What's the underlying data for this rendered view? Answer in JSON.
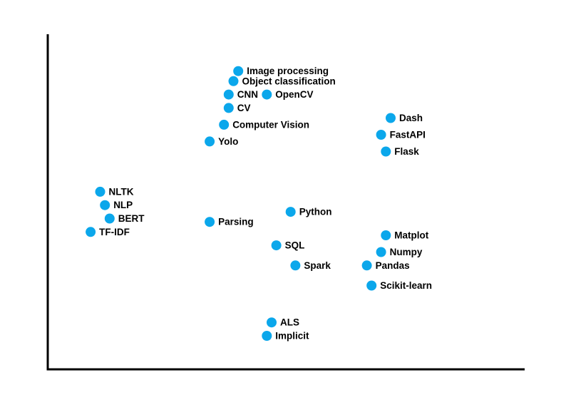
{
  "chart_data": {
    "type": "scatter",
    "title": "",
    "xlabel": "",
    "ylabel": "",
    "grid": false,
    "legend": "none",
    "point_color": "#0BA7EB",
    "axis_color": "#000000",
    "xlim": [
      0,
      100
    ],
    "ylim": [
      0,
      100
    ],
    "points": [
      {
        "label": "Image processing",
        "x": 40,
        "y": 89
      },
      {
        "label": "Object classification",
        "x": 39,
        "y": 86
      },
      {
        "label": "CNN",
        "x": 38,
        "y": 82
      },
      {
        "label": "OpenCV",
        "x": 46,
        "y": 82
      },
      {
        "label": "CV",
        "x": 38,
        "y": 78
      },
      {
        "label": "Computer Vision",
        "x": 37,
        "y": 73
      },
      {
        "label": "Yolo",
        "x": 34,
        "y": 68
      },
      {
        "label": "Dash",
        "x": 72,
        "y": 75
      },
      {
        "label": "FastAPI",
        "x": 70,
        "y": 70
      },
      {
        "label": "Flask",
        "x": 71,
        "y": 65
      },
      {
        "label": "NLTK",
        "x": 11,
        "y": 53
      },
      {
        "label": "NLP",
        "x": 12,
        "y": 49
      },
      {
        "label": "BERT",
        "x": 13,
        "y": 45
      },
      {
        "label": "TF-IDF",
        "x": 9,
        "y": 41
      },
      {
        "label": "Python",
        "x": 51,
        "y": 47
      },
      {
        "label": "Parsing",
        "x": 34,
        "y": 44
      },
      {
        "label": "Matplot",
        "x": 71,
        "y": 40
      },
      {
        "label": "SQL",
        "x": 48,
        "y": 37
      },
      {
        "label": "Numpy",
        "x": 70,
        "y": 35
      },
      {
        "label": "Spark",
        "x": 52,
        "y": 31
      },
      {
        "label": "Pandas",
        "x": 67,
        "y": 31
      },
      {
        "label": "Scikit-learn",
        "x": 68,
        "y": 25
      },
      {
        "label": "ALS",
        "x": 47,
        "y": 14
      },
      {
        "label": "Implicit",
        "x": 46,
        "y": 10
      }
    ]
  }
}
